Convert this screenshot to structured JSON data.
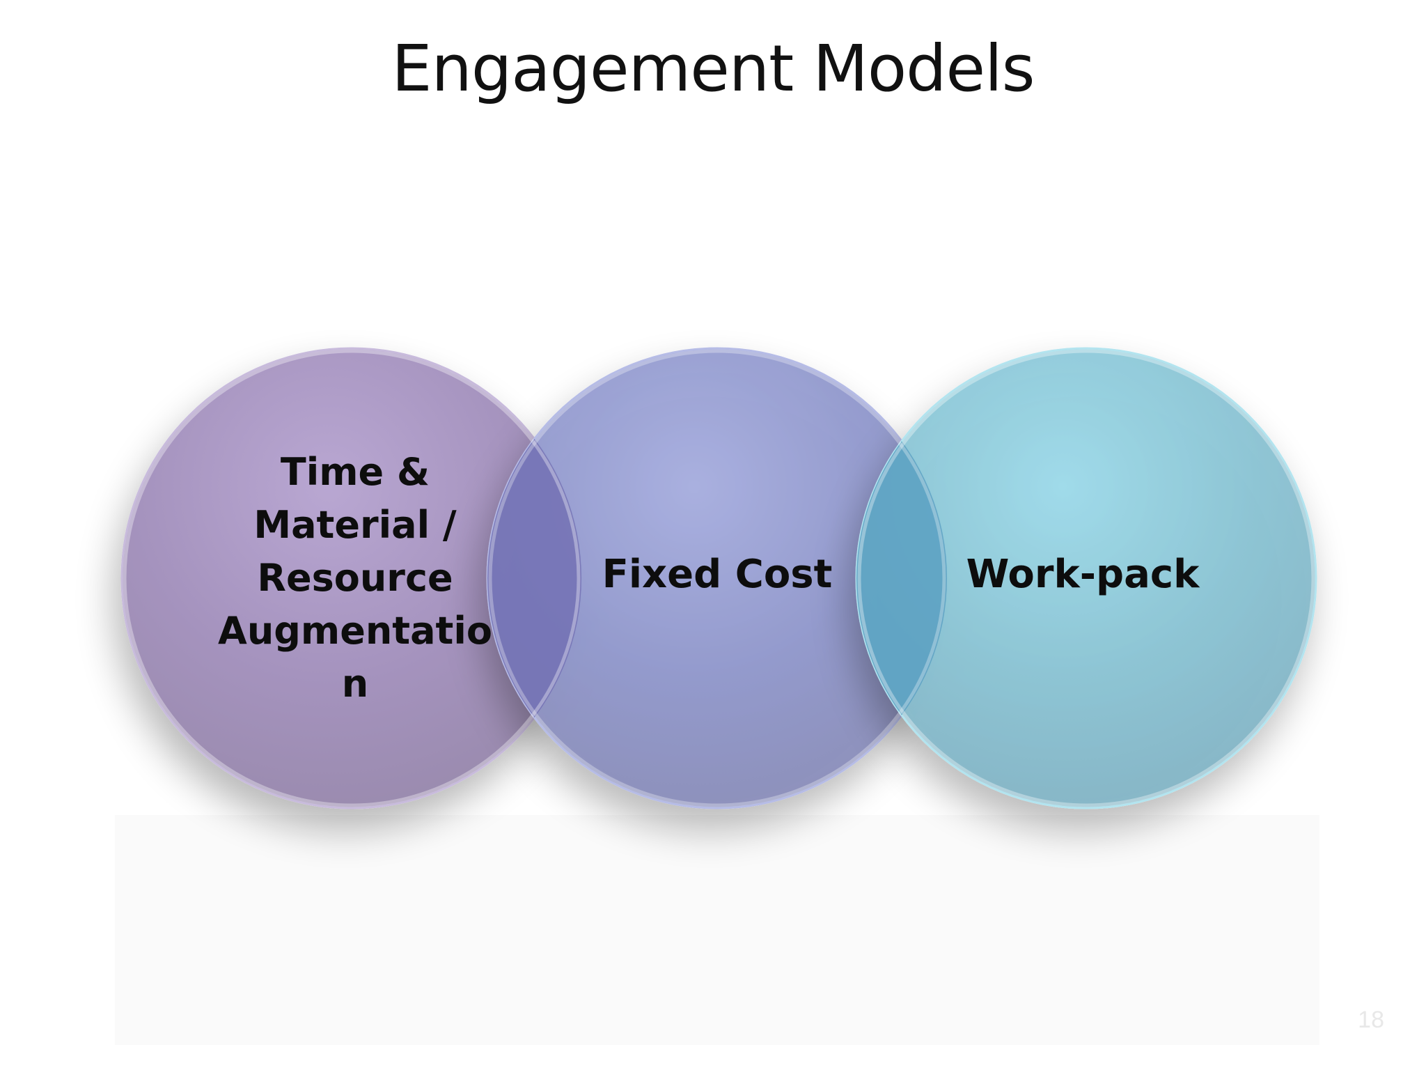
{
  "slide": {
    "title": "Engagement Models",
    "page_number": "18"
  },
  "diagram": {
    "circles": [
      {
        "label": "Time &\nMaterial /\nResource\nAugmentatio\nn",
        "color": "#a08fbd"
      },
      {
        "label": "Fixed Cost",
        "color": "#8e93c6"
      },
      {
        "label": "Work-pack",
        "color": "#86bfd0"
      }
    ],
    "overlap_colors": [
      "#7371b4",
      "#5aa0c2"
    ]
  }
}
